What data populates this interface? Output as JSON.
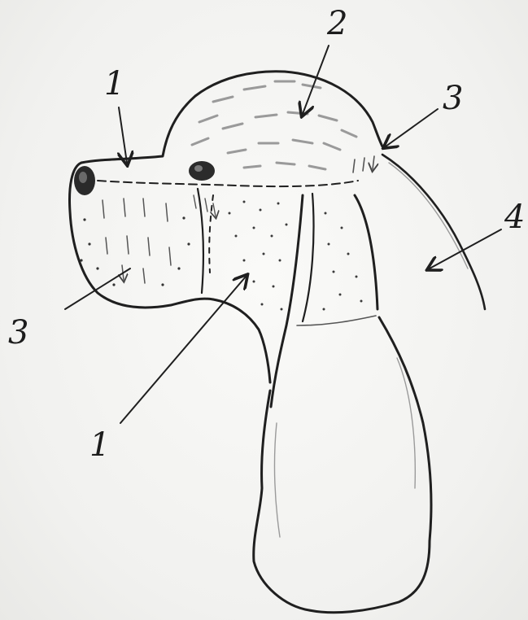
{
  "labels": {
    "l1_top": "1",
    "l2": "2",
    "l3_right": "3",
    "l4": "4",
    "l3_left": "3",
    "l1_bottom": "1"
  }
}
